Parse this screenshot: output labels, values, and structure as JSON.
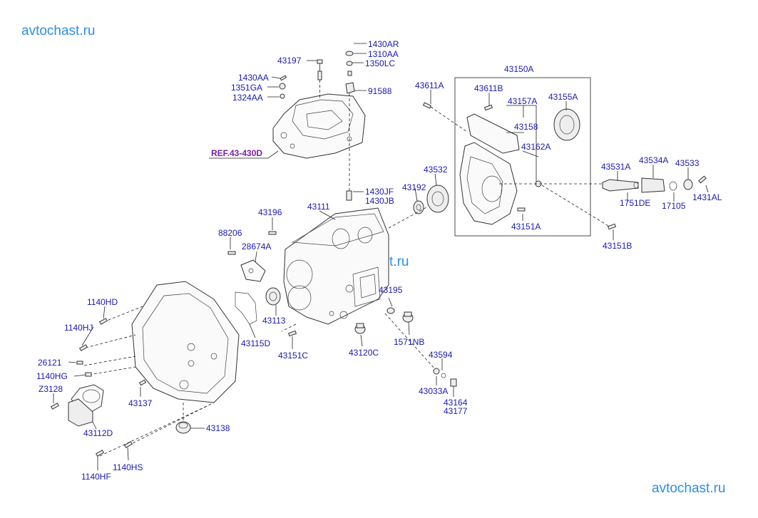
{
  "watermark": {
    "top": "avtochast.ru",
    "middle": "avtochast.ru",
    "bottom": "avtochast.ru"
  },
  "reference": "REF.43-430D",
  "labels": {
    "p43197": "43197",
    "p1430AR": "1430AR",
    "p1310AA": "1310AA",
    "p1350LC": "1350LC",
    "p1430AA": "1430AA",
    "p1351GA": "1351GA",
    "p1324AA": "1324AA",
    "p91588": "91588",
    "p43611A": "43611A",
    "p43150A": "43150A",
    "p43611B": "43611B",
    "p43157A": "43157A",
    "p43155A": "43155A",
    "p43158": "43158",
    "p43162A": "43162A",
    "p43532": "43532",
    "p43192": "43192",
    "p43531A": "43531A",
    "p43534A": "43534A",
    "p43533": "43533",
    "p1430JF": "1430JF",
    "p1430JB": "1430JB",
    "p1751DE": "1751DE",
    "p17105": "17105",
    "p1431AL": "1431AL",
    "p43196": "43196",
    "p43111": "43111",
    "p43151A": "43151A",
    "p88206": "88206",
    "p28674A": "28674A",
    "p43151B": "43151B",
    "p1140HD": "1140HD",
    "p43195": "43195",
    "p1140HJ": "1140HJ",
    "p43113": "43113",
    "p43115D": "43115D",
    "p43151C": "43151C",
    "p43120C": "43120C",
    "p1571NB": "1571NB",
    "p26121": "26121",
    "p43594": "43594",
    "p1140HG": "1140HG",
    "pZ3128": "Z3128",
    "p43033A": "43033A",
    "p43137": "43137",
    "p43164": "43164",
    "p43177": "43177",
    "p43112D": "43112D",
    "p43138": "43138",
    "p1140HS": "1140HS",
    "p1140HF": "1140HF"
  }
}
